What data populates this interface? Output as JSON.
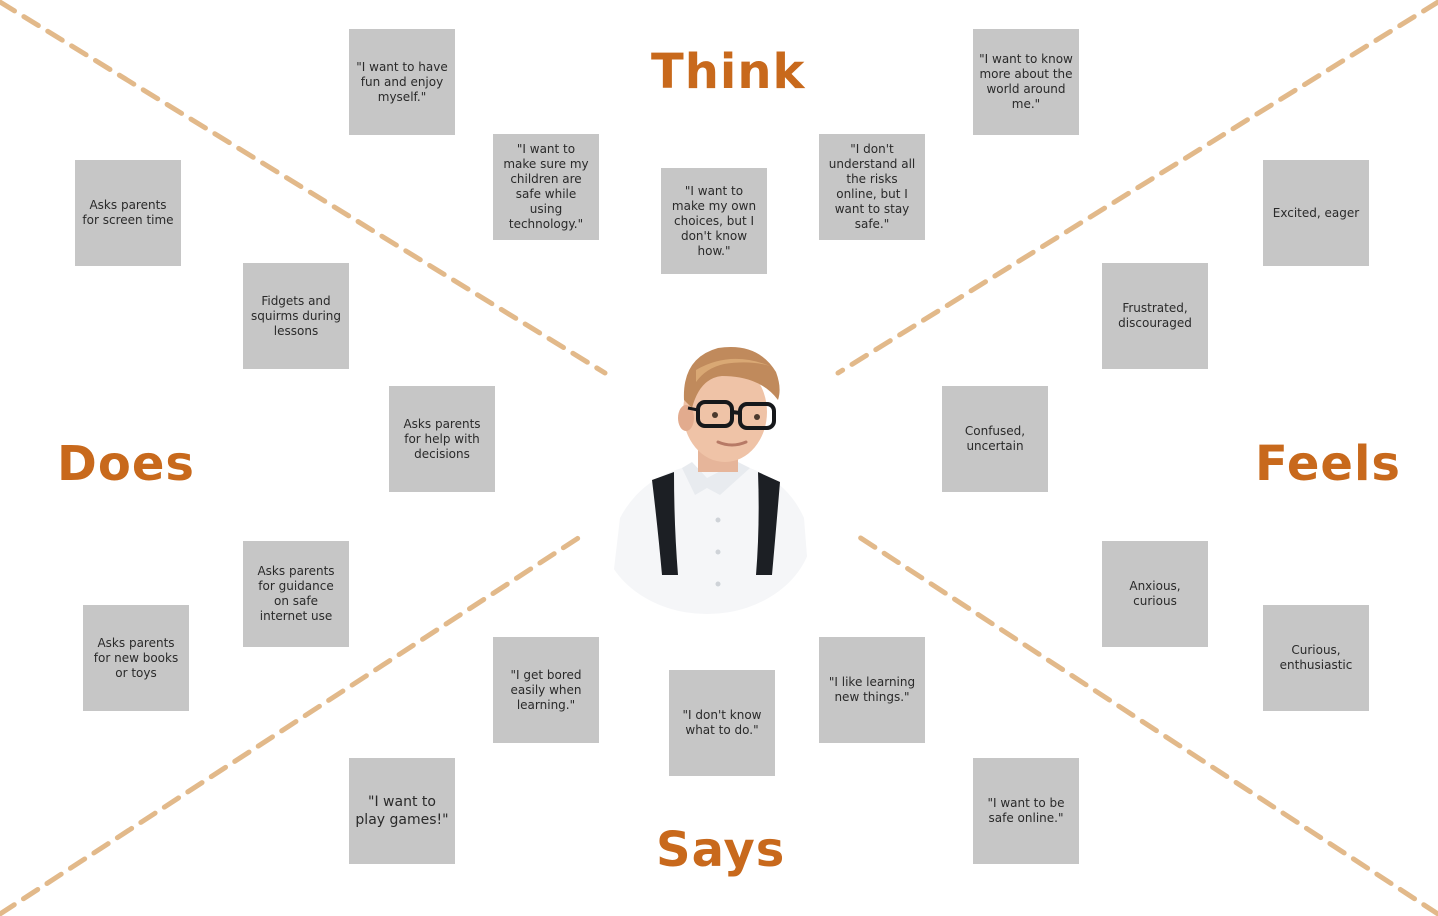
{
  "quadrants": {
    "think": "Think",
    "does": "Does",
    "feels": "Feels",
    "says": "Says"
  },
  "notes": {
    "think_1": "\"I want to have fun and enjoy myself.\"",
    "think_2": "\"I want to make sure my children are safe while using technology.\"",
    "think_3": "\"I want to make my own choices, but I don't know how.\"",
    "think_4": "\"I don't understand all the risks online, but I want to stay safe.\"",
    "think_5": "\"I want to know more about the world around me.\"",
    "does_1": "Asks parents for screen time",
    "does_2": "Fidgets and squirms during lessons",
    "does_3": "Asks parents for help with decisions",
    "does_4": "Asks parents for guidance on safe internet use",
    "does_5": "Asks parents for new books or toys",
    "feels_1": "Excited, eager",
    "feels_2": "Frustrated, discouraged",
    "feels_3": "Confused, uncertain",
    "feels_4": "Anxious, curious",
    "feels_5": "Curious, enthusiastic",
    "says_1": "\"I get bored easily when learning.\"",
    "says_2": "\"I don't know what to do.\"",
    "says_3": "\"I like learning new things.\"",
    "says_4": "\"I want to play games!\"",
    "says_5": "\"I want to be safe online.\""
  },
  "colors": {
    "title": "#c8691c",
    "divider": "#e2b98a",
    "note_bg": "#c6c6c6",
    "note_text": "#2a2a2a"
  }
}
